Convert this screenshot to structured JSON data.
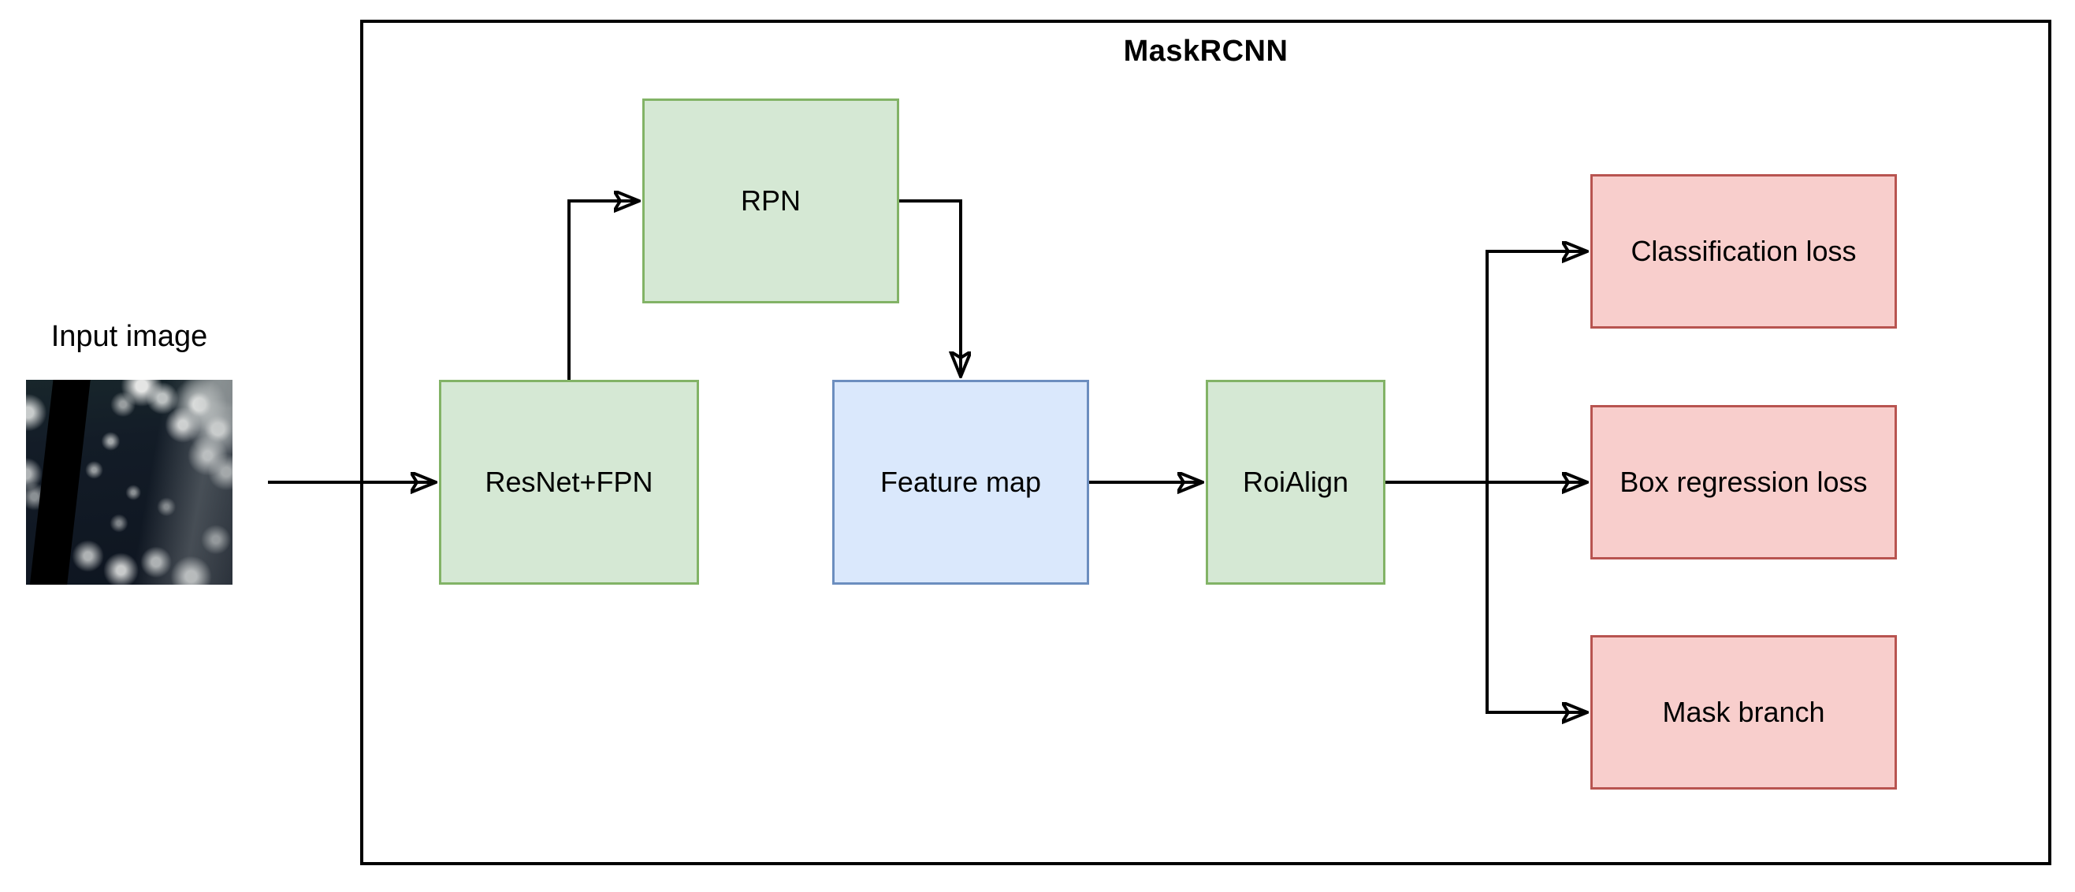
{
  "title": "MaskRCNN",
  "input": {
    "label": "Input image",
    "image_description": "dark ocean satellite photo with white clouds and a black diagonal no-data stripe"
  },
  "nodes": {
    "rpn": {
      "label": "RPN",
      "color": "green"
    },
    "resnet_fpn": {
      "label": "ResNet+FPN",
      "color": "green"
    },
    "feature_map": {
      "label": "Feature map",
      "color": "blue"
    },
    "roialign": {
      "label": "RoiAlign",
      "color": "green"
    },
    "classification_loss": {
      "label": "Classification loss",
      "color": "red"
    },
    "box_regression_loss": {
      "label": "Box regression loss",
      "color": "red"
    },
    "mask_branch": {
      "label": "Mask branch",
      "color": "red"
    }
  },
  "edges": [
    {
      "from": "input_image",
      "to": "resnet_fpn"
    },
    {
      "from": "resnet_fpn",
      "to": "rpn"
    },
    {
      "from": "rpn",
      "to": "feature_map"
    },
    {
      "from": "feature_map",
      "to": "roialign"
    },
    {
      "from": "roialign",
      "to": "classification_loss"
    },
    {
      "from": "roialign",
      "to": "box_regression_loss"
    },
    {
      "from": "roialign",
      "to": "mask_branch"
    }
  ],
  "colors": {
    "green-fill": "#d5e8d4",
    "green-stroke": "#82b366",
    "blue-fill": "#dae8fc",
    "blue-stroke": "#6c8ebf",
    "red-fill": "#f8cecc",
    "red-stroke": "#b85450",
    "line": "#000000",
    "text": "#000000",
    "background": "#ffffff"
  }
}
